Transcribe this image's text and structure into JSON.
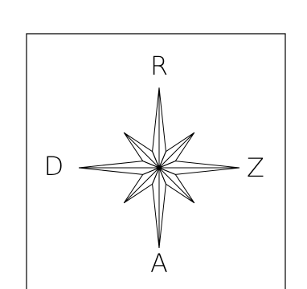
{
  "compass": {
    "north": "R",
    "south": "A",
    "west": "D",
    "east": "Z"
  },
  "colors": {
    "stroke": "#000000",
    "background": "#ffffff"
  }
}
